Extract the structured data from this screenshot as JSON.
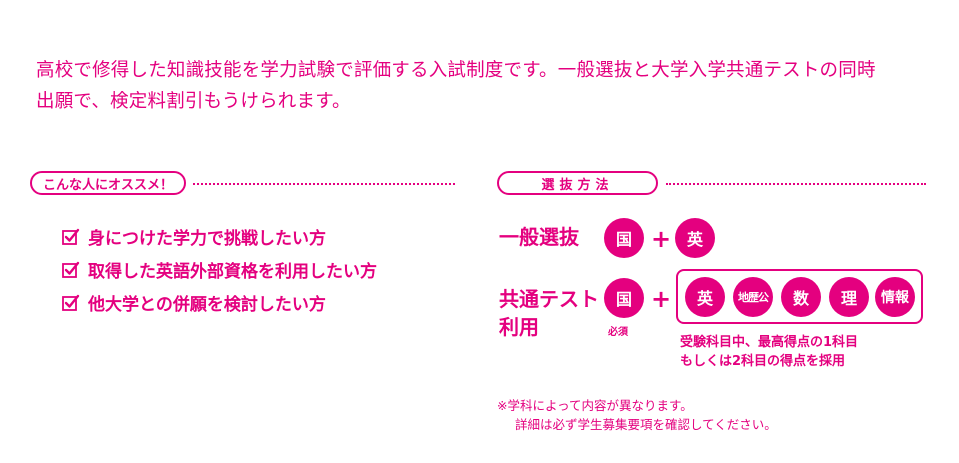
{
  "intro": {
    "line1": "高校で修得した知識技能を学力試験で評価する入試制度です。一般選抜と大学入学共通テストの同時",
    "line2": "出願で、検定料割引もうけられます。"
  },
  "recommend": {
    "heading": "こんな人にオススメ！",
    "items": [
      "身につけた学力で挑戦したい方",
      "取得した英語外部資格を利用したい方",
      "他大学との併願を検討したい方"
    ]
  },
  "method": {
    "heading": "選抜方法",
    "general": {
      "name": "一般選抜",
      "subjects": [
        "国",
        "英"
      ],
      "plus": "+"
    },
    "common_test": {
      "name_line1": "共通テスト",
      "name_line2": "利用",
      "required_subject": "国",
      "required_label": "必須",
      "plus": "+",
      "elective_subjects": [
        "英",
        "地歴公",
        "数",
        "理",
        "情報"
      ],
      "note_line1": "受験科目中、最高得点の1科目",
      "note_line2": "もしくは2科目の得点を採用"
    },
    "footnote_line1": "※学科によって内容が異なります。",
    "footnote_line2": "詳細は必ず学生募集要項を確認してください。"
  },
  "colors": {
    "accent": "#e4007f",
    "background": "#ffffff"
  },
  "icons": {
    "check": "checkbox-checked-icon"
  }
}
